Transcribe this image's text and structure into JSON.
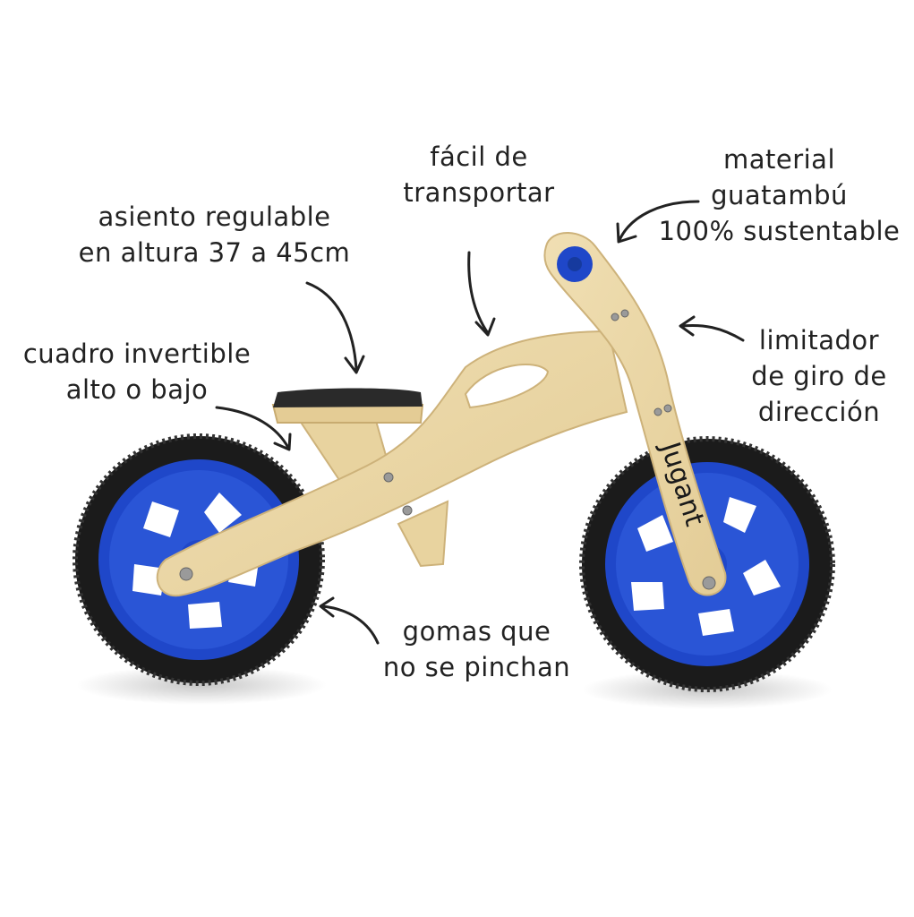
{
  "annotations": {
    "transport": [
      "fácil de",
      "transportar"
    ],
    "material": [
      "material",
      "guatambú",
      "100% sustentable"
    ],
    "seat": [
      "asiento regulable",
      "en altura 37 a 45cm"
    ],
    "frame": [
      "cuadro invertible",
      "alto o bajo"
    ],
    "steering": [
      "limitador",
      "de giro de",
      "dirección"
    ],
    "tires": [
      "gomas que",
      "no se pinchan"
    ]
  },
  "brand": "Jugant",
  "colors": {
    "wood": "#ead7a8",
    "wood_edge": "#cdb27a",
    "tire": "#1b1b1b",
    "rim": "#1f47c9",
    "seat": "#2a2a2a",
    "arrow": "#222222"
  }
}
